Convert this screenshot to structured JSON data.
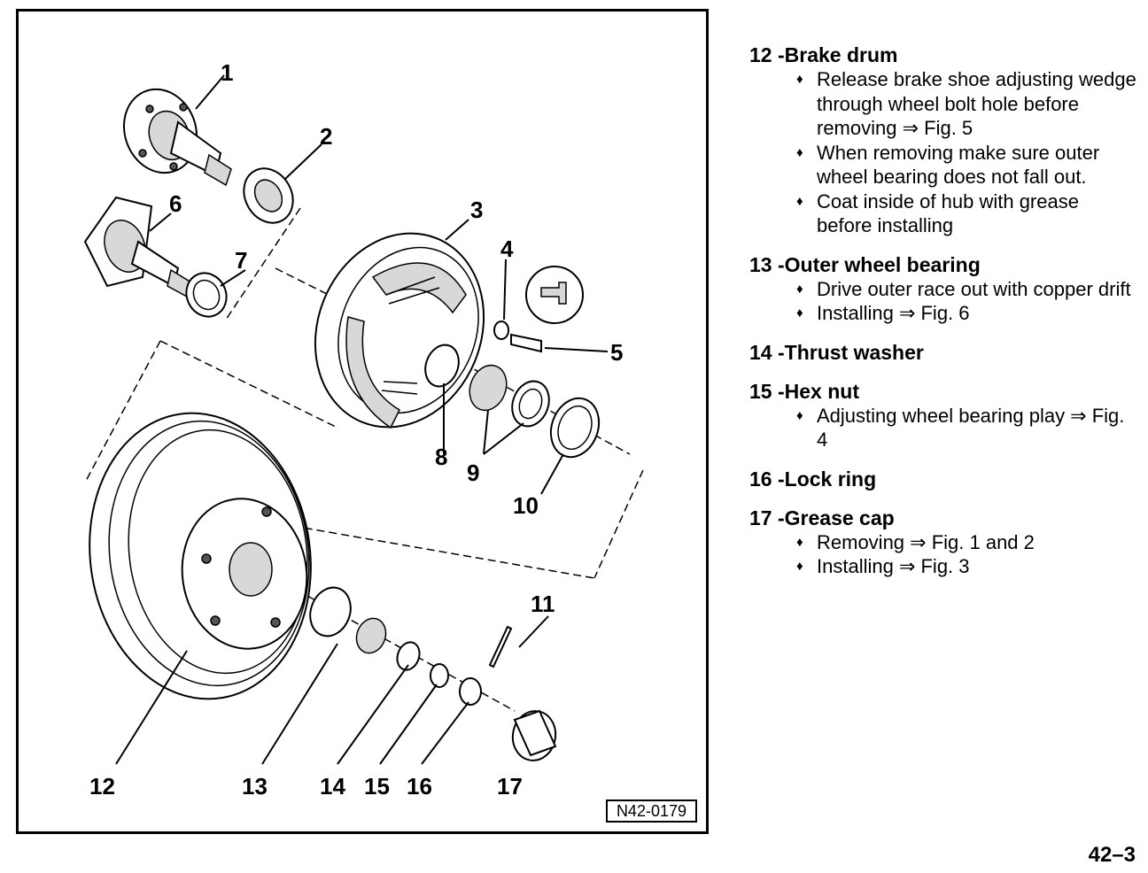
{
  "figure": {
    "reference_code": "N42-0179",
    "callouts": [
      "1",
      "2",
      "3",
      "4",
      "5",
      "6",
      "7",
      "8",
      "9",
      "10",
      "11",
      "12",
      "13",
      "14",
      "15",
      "16",
      "17"
    ]
  },
  "legend": [
    {
      "number": "12",
      "title": "-Brake drum",
      "bullets": [
        "Release brake shoe adjusting wedge through wheel bolt hole before removing ⇒ Fig. 5",
        "When removing  make sure outer wheel bearing does not fall out.",
        "Coat inside of hub with grease before installing"
      ]
    },
    {
      "number": "13",
      "title": "-Outer wheel bearing",
      "bullets": [
        "Drive outer race out with copper drift",
        "Installing ⇒ Fig. 6"
      ]
    },
    {
      "number": "14",
      "title": "-Thrust washer",
      "bullets": []
    },
    {
      "number": "15",
      "title": "-Hex nut",
      "bullets": [
        "Adjusting wheel bearing play ⇒ Fig. 4"
      ]
    },
    {
      "number": "16",
      "title": "-Lock ring",
      "bullets": []
    },
    {
      "number": "17",
      "title": "-Grease cap",
      "bullets": [
        "Removing ⇒ Fig. 1 and  2",
        "Installing ⇒ Fig. 3"
      ]
    }
  ],
  "bullet_glyph": "♦",
  "page_number": "42–3"
}
